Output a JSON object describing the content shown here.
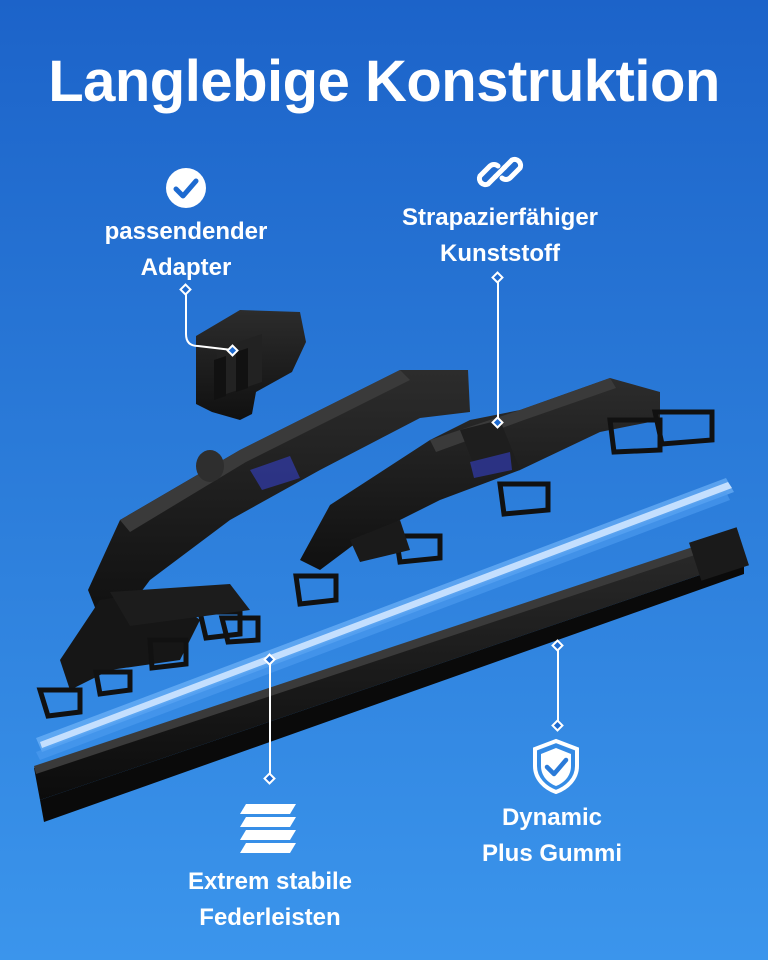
{
  "title": "Langlebige Konstruktion",
  "features": {
    "adapter": {
      "line1": "passendender",
      "line2": "Adapter",
      "icon": "check-circle-icon"
    },
    "plastic": {
      "line1": "Strapazierfähiger",
      "line2": "Kunststoff",
      "icon": "chain-link-icon"
    },
    "springs": {
      "line1": "Extrem stabile",
      "line2": "Federleisten",
      "icon": "layers-icon"
    },
    "rubber": {
      "line1": "Dynamic",
      "line2": "Plus Gummi",
      "icon": "shield-check-icon"
    }
  },
  "colors": {
    "background_top": "#1c63c9",
    "background_bottom": "#3b95ec",
    "text": "#ffffff",
    "wiper_black": "#141414",
    "glow_blue": "#5aa8ff"
  }
}
